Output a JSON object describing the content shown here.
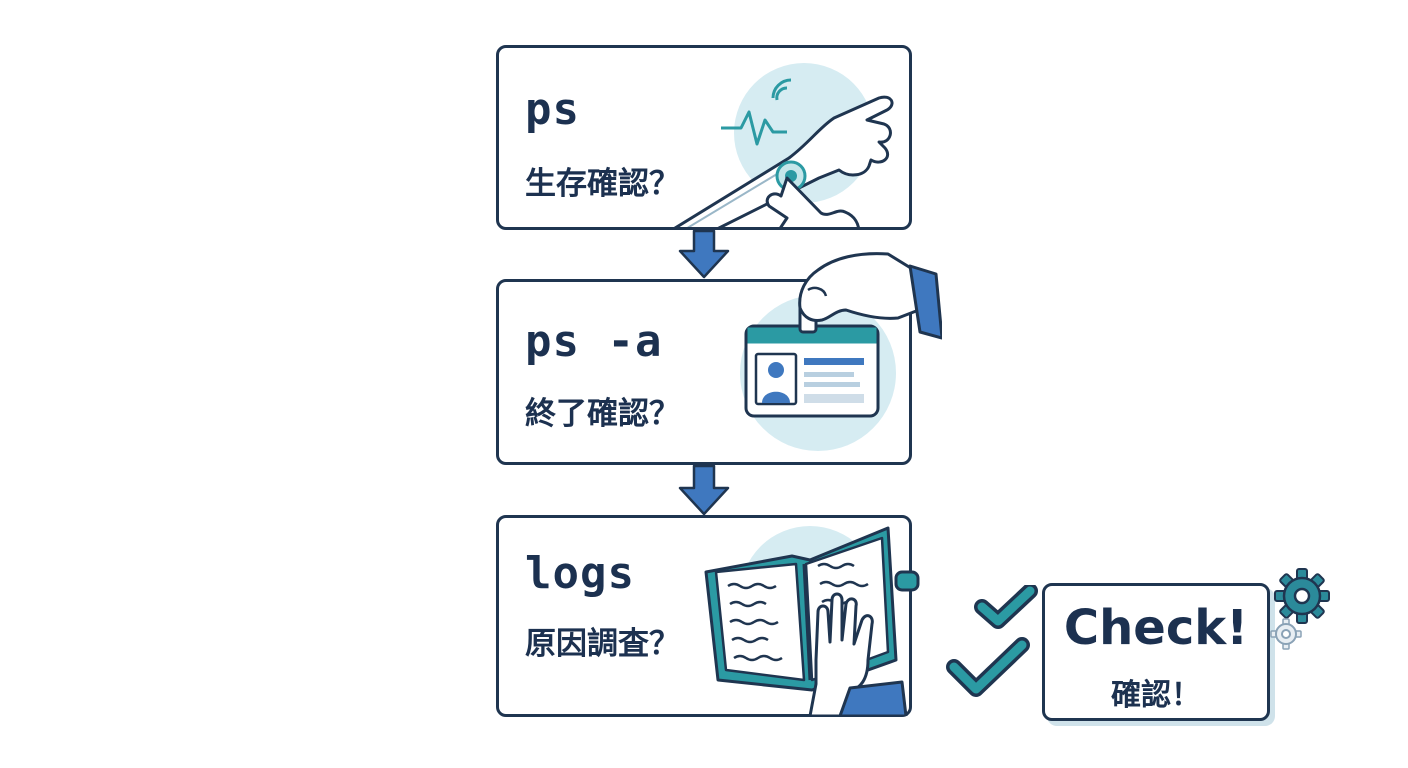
{
  "steps": [
    {
      "command": "ps",
      "description": "生存確認？",
      "icon": "pulse-check-icon"
    },
    {
      "command": "ps -a",
      "description": "終了確認？",
      "icon": "id-card-icon"
    },
    {
      "command": "logs",
      "description": "原因調査？",
      "icon": "logbook-icon"
    }
  ],
  "result": {
    "title": "Check!",
    "subtitle": "確認！"
  },
  "colors": {
    "border": "#1f3550",
    "text": "#1c3150",
    "arrow": "#3f78bf",
    "teal": "#2b9aa3",
    "circle": "#d6ecf2",
    "gear": "#2b8a9a"
  }
}
